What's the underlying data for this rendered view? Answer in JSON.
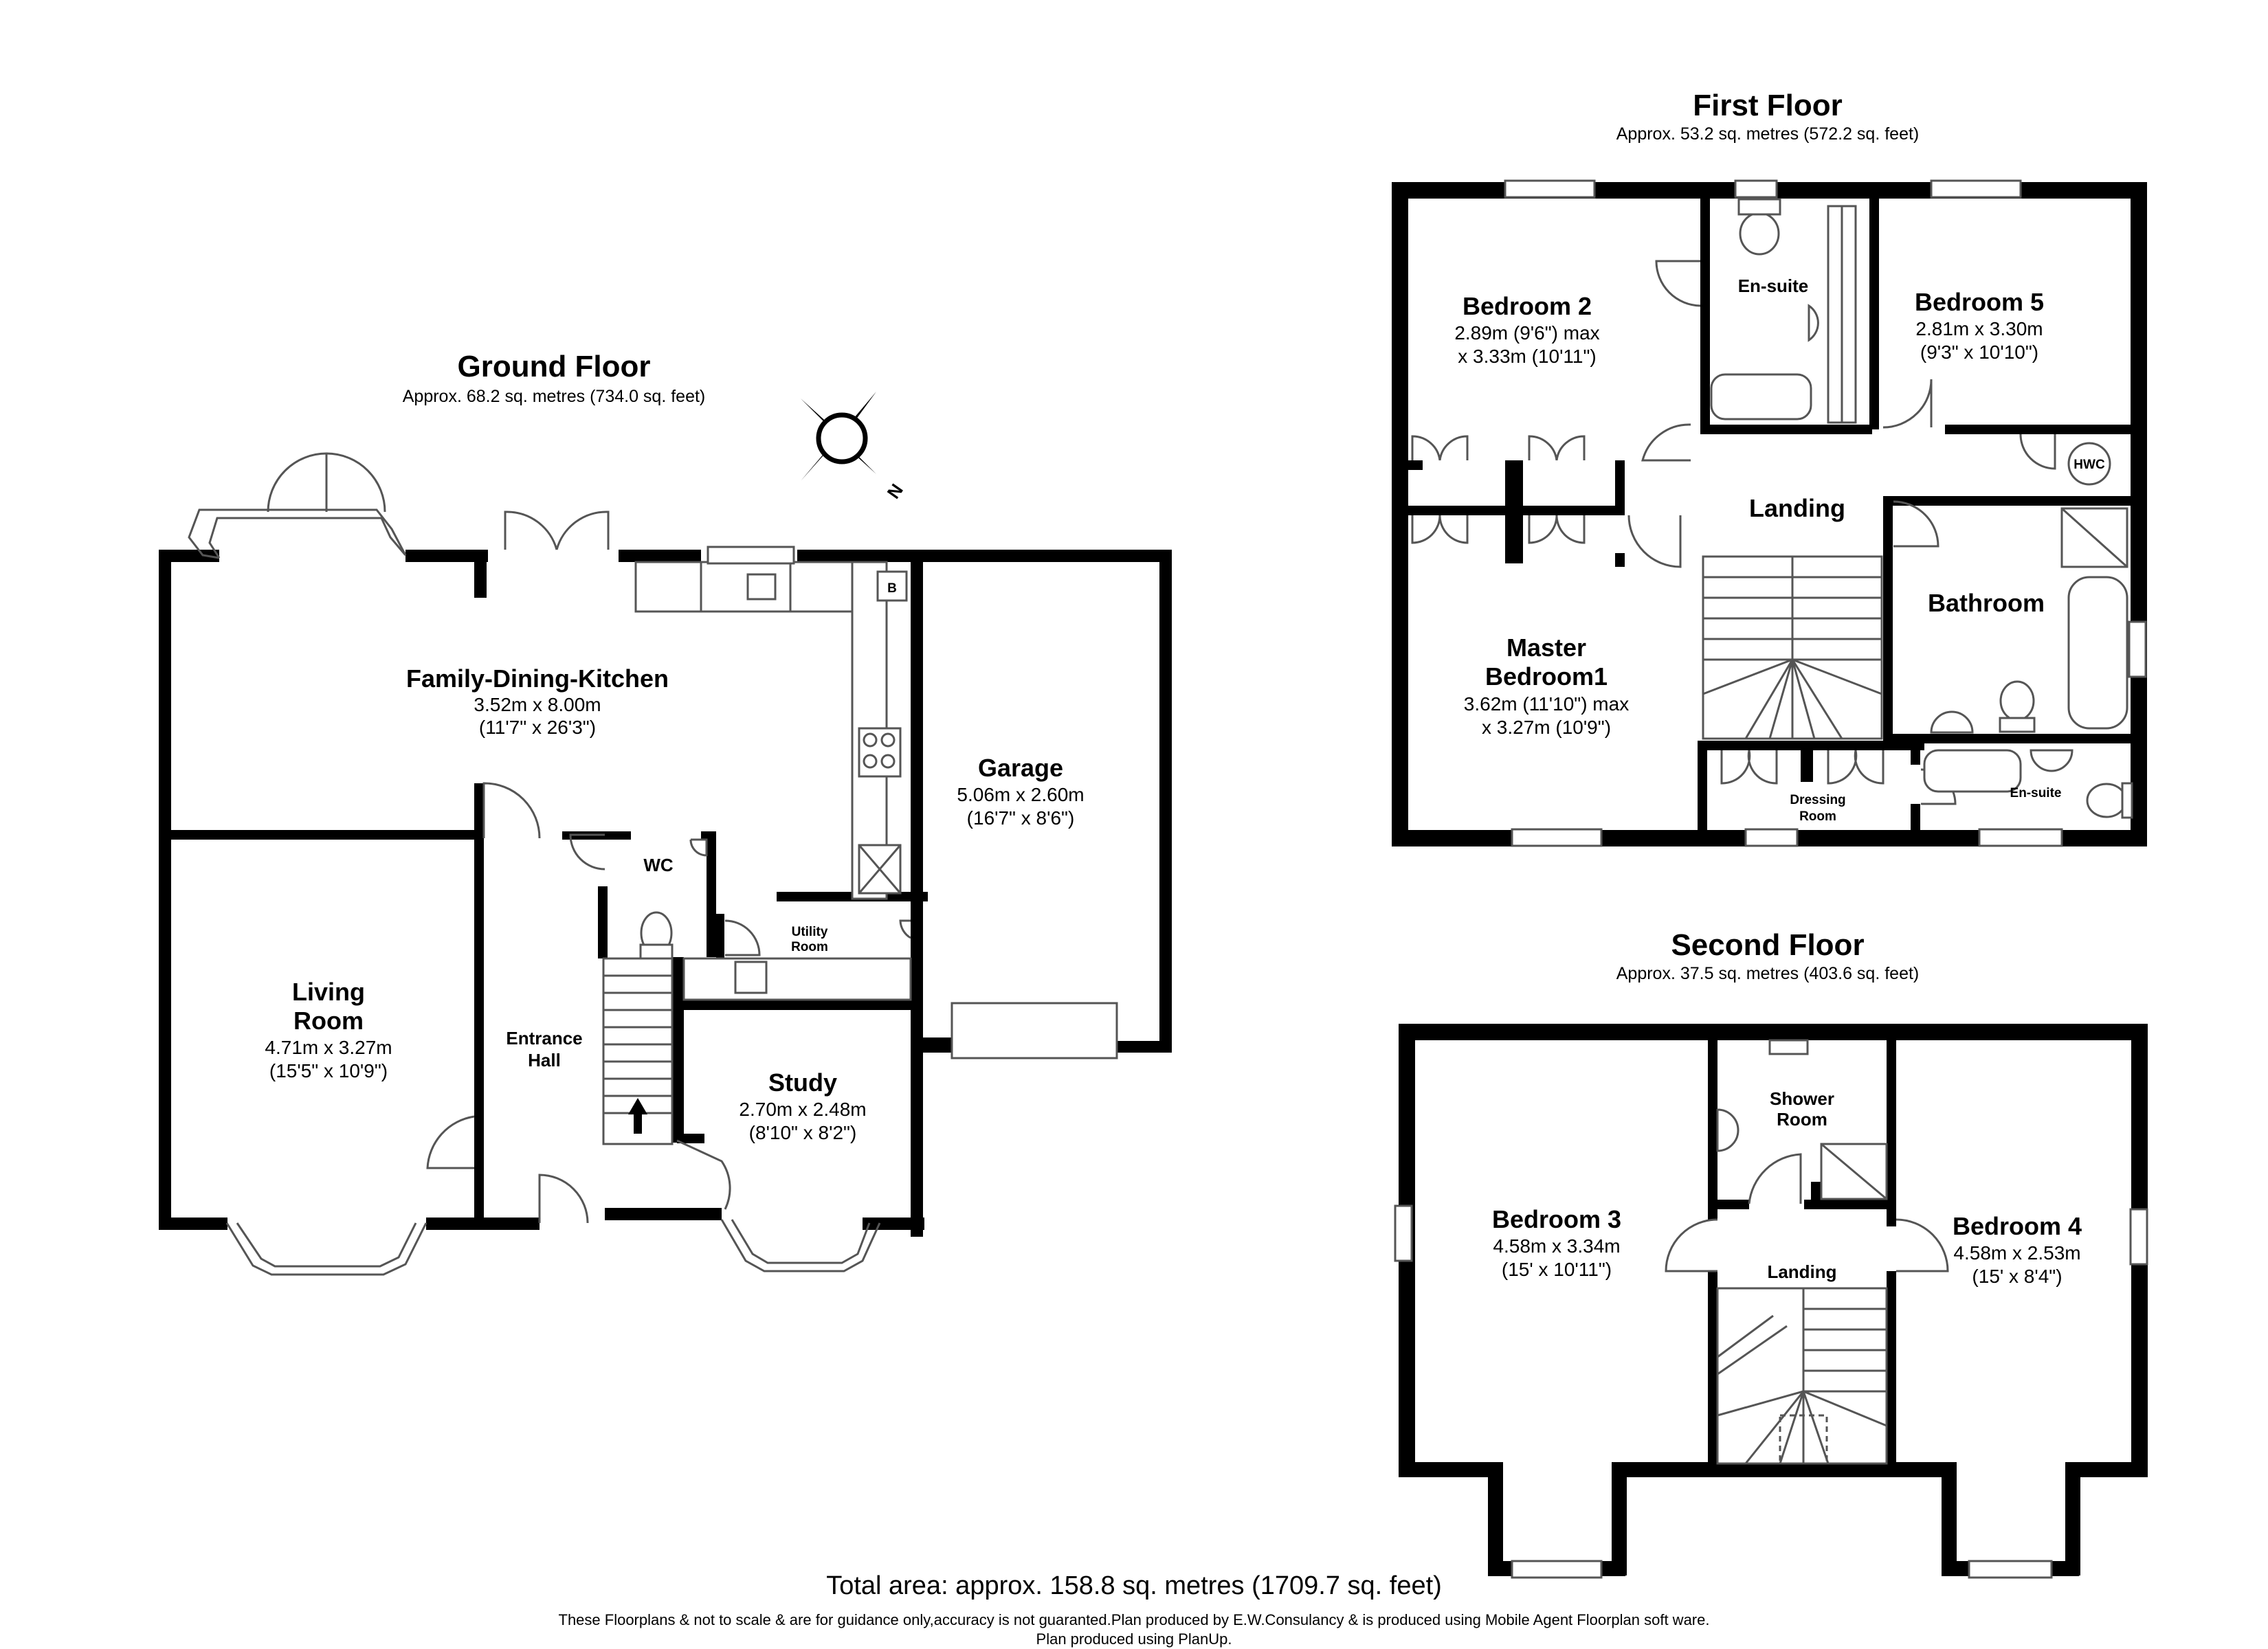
{
  "ground_floor": {
    "title": "Ground Floor",
    "area": "Approx. 68.2 sq. metres (734.0 sq. feet)",
    "compass_letter": "N",
    "rooms": {
      "kitchen": {
        "name": "Family-Dining-Kitchen",
        "dim": "3.52m x 8.00m",
        "imperial": "(11'7\" x 26'3\")"
      },
      "garage": {
        "name": "Garage",
        "dim": "5.06m x 2.60m",
        "imperial": "(16'7\" x 8'6\")"
      },
      "living": {
        "name1": "Living",
        "name2": "Room",
        "dim": "4.71m x 3.27m",
        "imperial": "(15'5\" x 10'9\")"
      },
      "hall": {
        "name1": "Entrance",
        "name2": "Hall"
      },
      "wc": {
        "name": "WC"
      },
      "utility": {
        "name1": "Utility",
        "name2": "Room"
      },
      "study": {
        "name": "Study",
        "dim": "2.70m x 2.48m",
        "imperial": "(8'10\" x 8'2\")"
      },
      "boiler": {
        "name": "B"
      }
    }
  },
  "first_floor": {
    "title": "First Floor",
    "area": "Approx. 53.2 sq. metres (572.2 sq. feet)",
    "rooms": {
      "bedroom2": {
        "name": "Bedroom 2",
        "dim": "2.89m (9'6\") max",
        "dim2": "x 3.33m (10'11\")"
      },
      "ensuite1": {
        "name": "En-suite"
      },
      "bedroom5": {
        "name": "Bedroom 5",
        "dim": "2.81m x 3.30m",
        "imperial": "(9'3\" x 10'10\")"
      },
      "landing": {
        "name": "Landing"
      },
      "hwc": {
        "name": "HWC"
      },
      "bathroom": {
        "name": "Bathroom"
      },
      "master": {
        "name1": "Master",
        "name2": "Bedroom1",
        "dim": "3.62m (11'10\") max",
        "dim2": "x 3.27m (10'9\")"
      },
      "dressing": {
        "name1": "Dressing",
        "name2": "Room"
      },
      "ensuite2": {
        "name": "En-suite"
      }
    }
  },
  "second_floor": {
    "title": "Second Floor",
    "area": "Approx. 37.5 sq. metres (403.6 sq. feet)",
    "rooms": {
      "bedroom3": {
        "name": "Bedroom 3",
        "dim": "4.58m x 3.34m",
        "imperial": "(15' x 10'11\")"
      },
      "shower": {
        "name1": "Shower",
        "name2": "Room"
      },
      "landing": {
        "name": "Landing"
      },
      "bedroom4": {
        "name": "Bedroom 4",
        "dim": "4.58m x 2.53m",
        "imperial": "(15' x 8'4\")"
      }
    }
  },
  "footer": {
    "total": "Total area: approx. 158.8 sq. metres (1709.7 sq. feet)",
    "disclaimer1": "These Floorplans & not to scale & are for guidance only,accuracy is not guaranted.Plan produced by E.W.Consulancy & is produced using Mobile Agent Floorplan soft ware.",
    "disclaimer2": "Plan produced using PlanUp."
  },
  "colors": {
    "wall": "#000000",
    "fixture_line": "#555555",
    "background": "#ffffff"
  }
}
